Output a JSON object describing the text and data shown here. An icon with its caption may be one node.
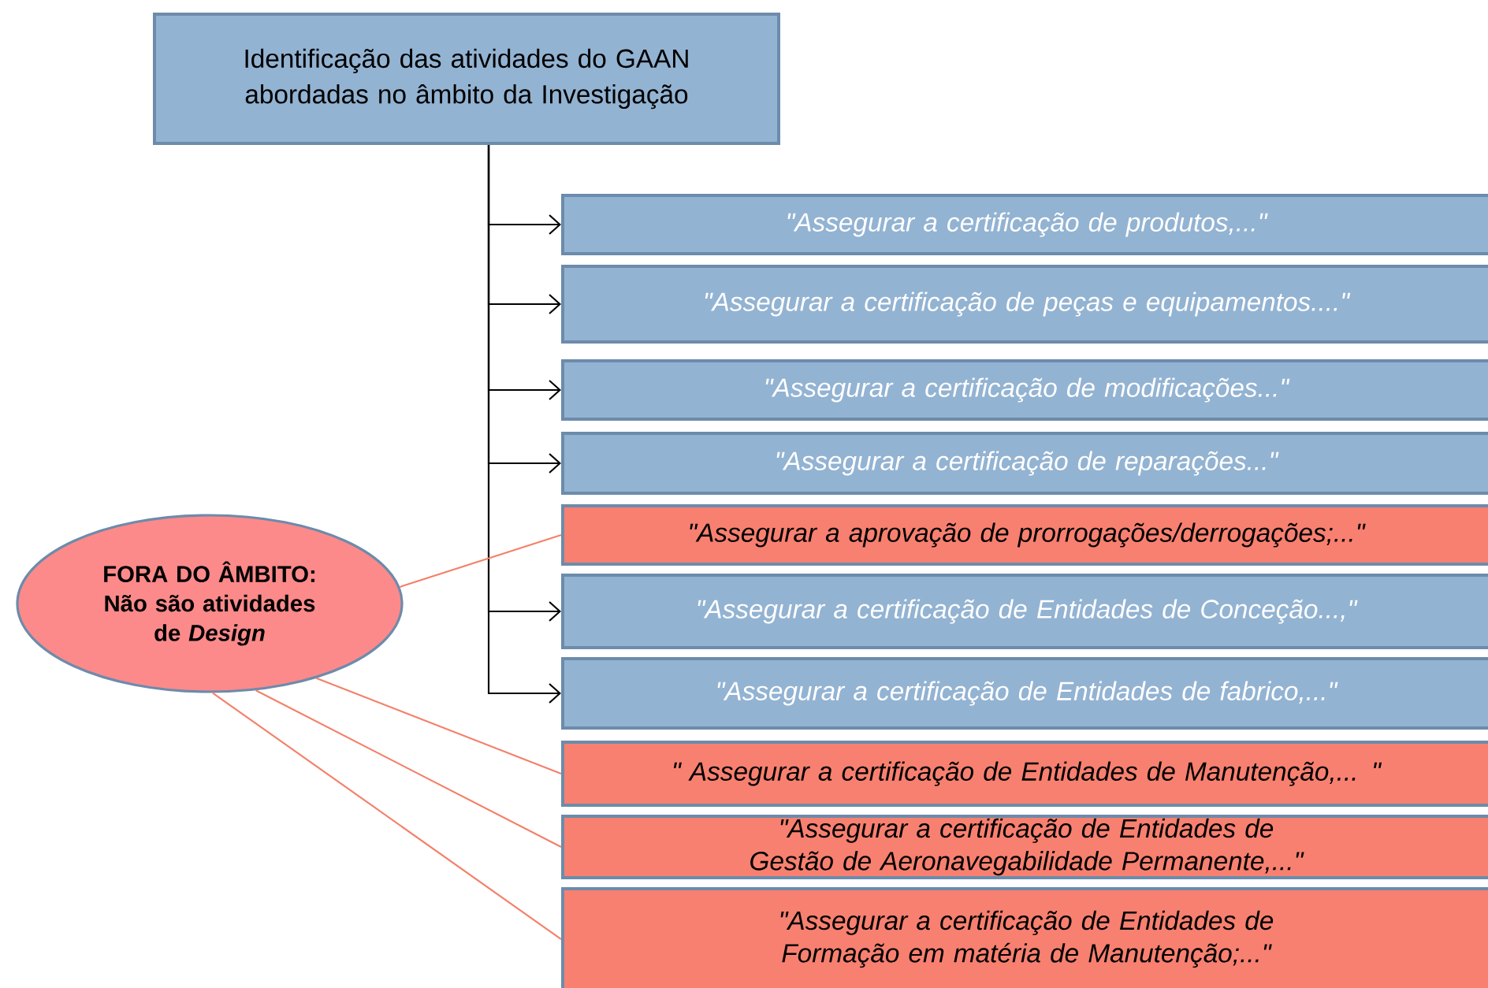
{
  "diagram": {
    "nodes": [
      {
        "text": [
          "Identificação das atividades do GAAN abordadas no âmbito da Investigação"
        ]
      },
      {
        "text": [
          "\"Assegurar a certificação de produtos,...\""
        ]
      },
      {
        "text": [
          "\"Assegurar a certificação de peças e equipamentos....\""
        ]
      },
      {
        "text": [
          "\"Assegurar a certificação de modificações...\""
        ]
      },
      {
        "text": [
          "\"Assegurar a certificação de reparações...\""
        ]
      },
      {
        "text": [
          "\"Assegurar a aprovação de prorrogações/derrogações;...\""
        ]
      },
      {
        "text": [
          "\"Assegurar a certificação de Entidades de Conceção...,\""
        ]
      },
      {
        "text": [
          "\"Assegurar a certificação de Entidades de fabrico,...\""
        ]
      },
      {
        "text": [
          "\" Assegurar a certificação de Entidades de Manutenção,... \""
        ]
      },
      {
        "text": [
          "\"Assegurar a certificação de Entidades de Gestão de Aeronavegabilidade Permanente,...\""
        ]
      },
      {
        "text": [
          "\"Assegurar a certificação de Entidades de Formação em matéria de Manutenção;...\""
        ]
      },
      {
        "text": [
          "FORA DO ÂMBITO: Não são atividades de *Design*"
        ]
      }
    ],
    "edges": [
      {
        "from": 0,
        "to": 1,
        "arrow": "to"
      },
      {
        "from": 0,
        "to": 2,
        "arrow": "to"
      },
      {
        "from": 0,
        "to": 3,
        "arrow": "to"
      },
      {
        "from": 0,
        "to": 4,
        "arrow": "to"
      },
      {
        "from": 0,
        "to": 6,
        "arrow": "to"
      },
      {
        "from": 0,
        "to": 7,
        "arrow": "to"
      },
      {
        "from": 11,
        "to": 5,
        "arrow": "none",
        "color": "#f4806a"
      },
      {
        "from": 11,
        "to": 8,
        "arrow": "none",
        "color": "#f4806a"
      },
      {
        "from": 11,
        "to": 9,
        "arrow": "none",
        "color": "#f4806a"
      },
      {
        "from": 11,
        "to": 10,
        "arrow": "none",
        "color": "#f4806a"
      }
    ]
  }
}
